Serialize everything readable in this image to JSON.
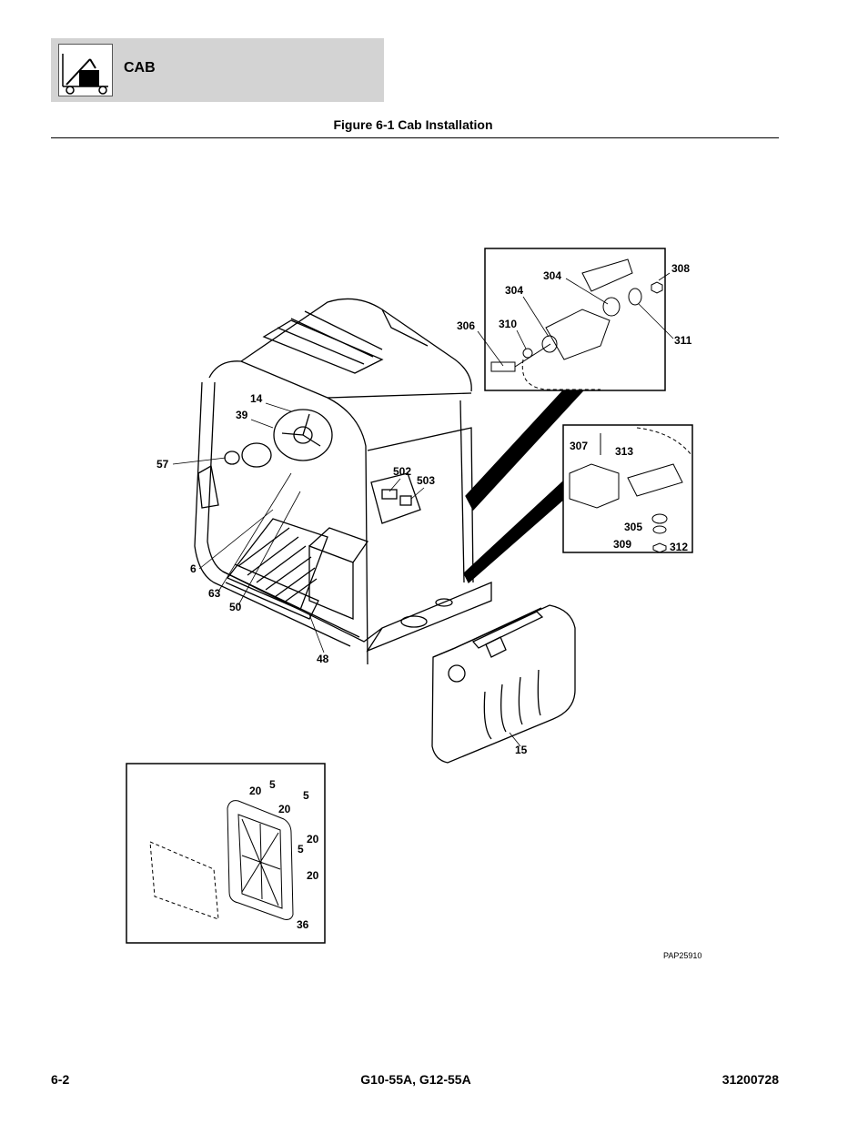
{
  "header": {
    "section_title": "CAB",
    "icon": "machine-cab-icon"
  },
  "figure": {
    "title": "Figure 6-1 Cab Installation",
    "id": "PAP25910",
    "main_callouts": [
      "14",
      "39",
      "57",
      "6",
      "63",
      "50",
      "48",
      "502",
      "503",
      "15"
    ],
    "inset_top_callouts": [
      "304",
      "304",
      "308",
      "306",
      "310",
      "311"
    ],
    "inset_mid_callouts": [
      "307",
      "313",
      "305",
      "309",
      "312"
    ],
    "inset_bottom_callouts": [
      "20",
      "5",
      "20",
      "5",
      "20",
      "5",
      "20",
      "36"
    ]
  },
  "footer": {
    "page": "6-2",
    "model": "G10-55A, G12-55A",
    "doc_number": "31200728"
  }
}
